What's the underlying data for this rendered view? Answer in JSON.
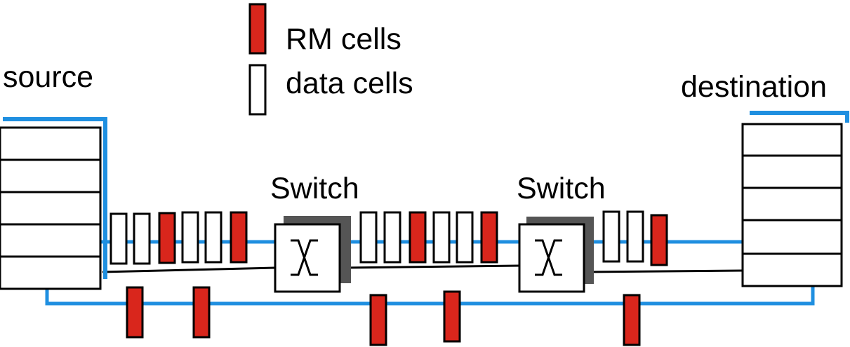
{
  "legend": {
    "rm_label": "RM cells",
    "data_label": "data cells"
  },
  "nodes": {
    "source_label": "source",
    "destination_label": "destination",
    "switch1_label": "Switch",
    "switch2_label": "Switch"
  },
  "colors": {
    "rm_cell": "#d9261c",
    "link_blue": "#1f8fe0",
    "ink": "#000000",
    "switch_shadow": "#555555"
  }
}
